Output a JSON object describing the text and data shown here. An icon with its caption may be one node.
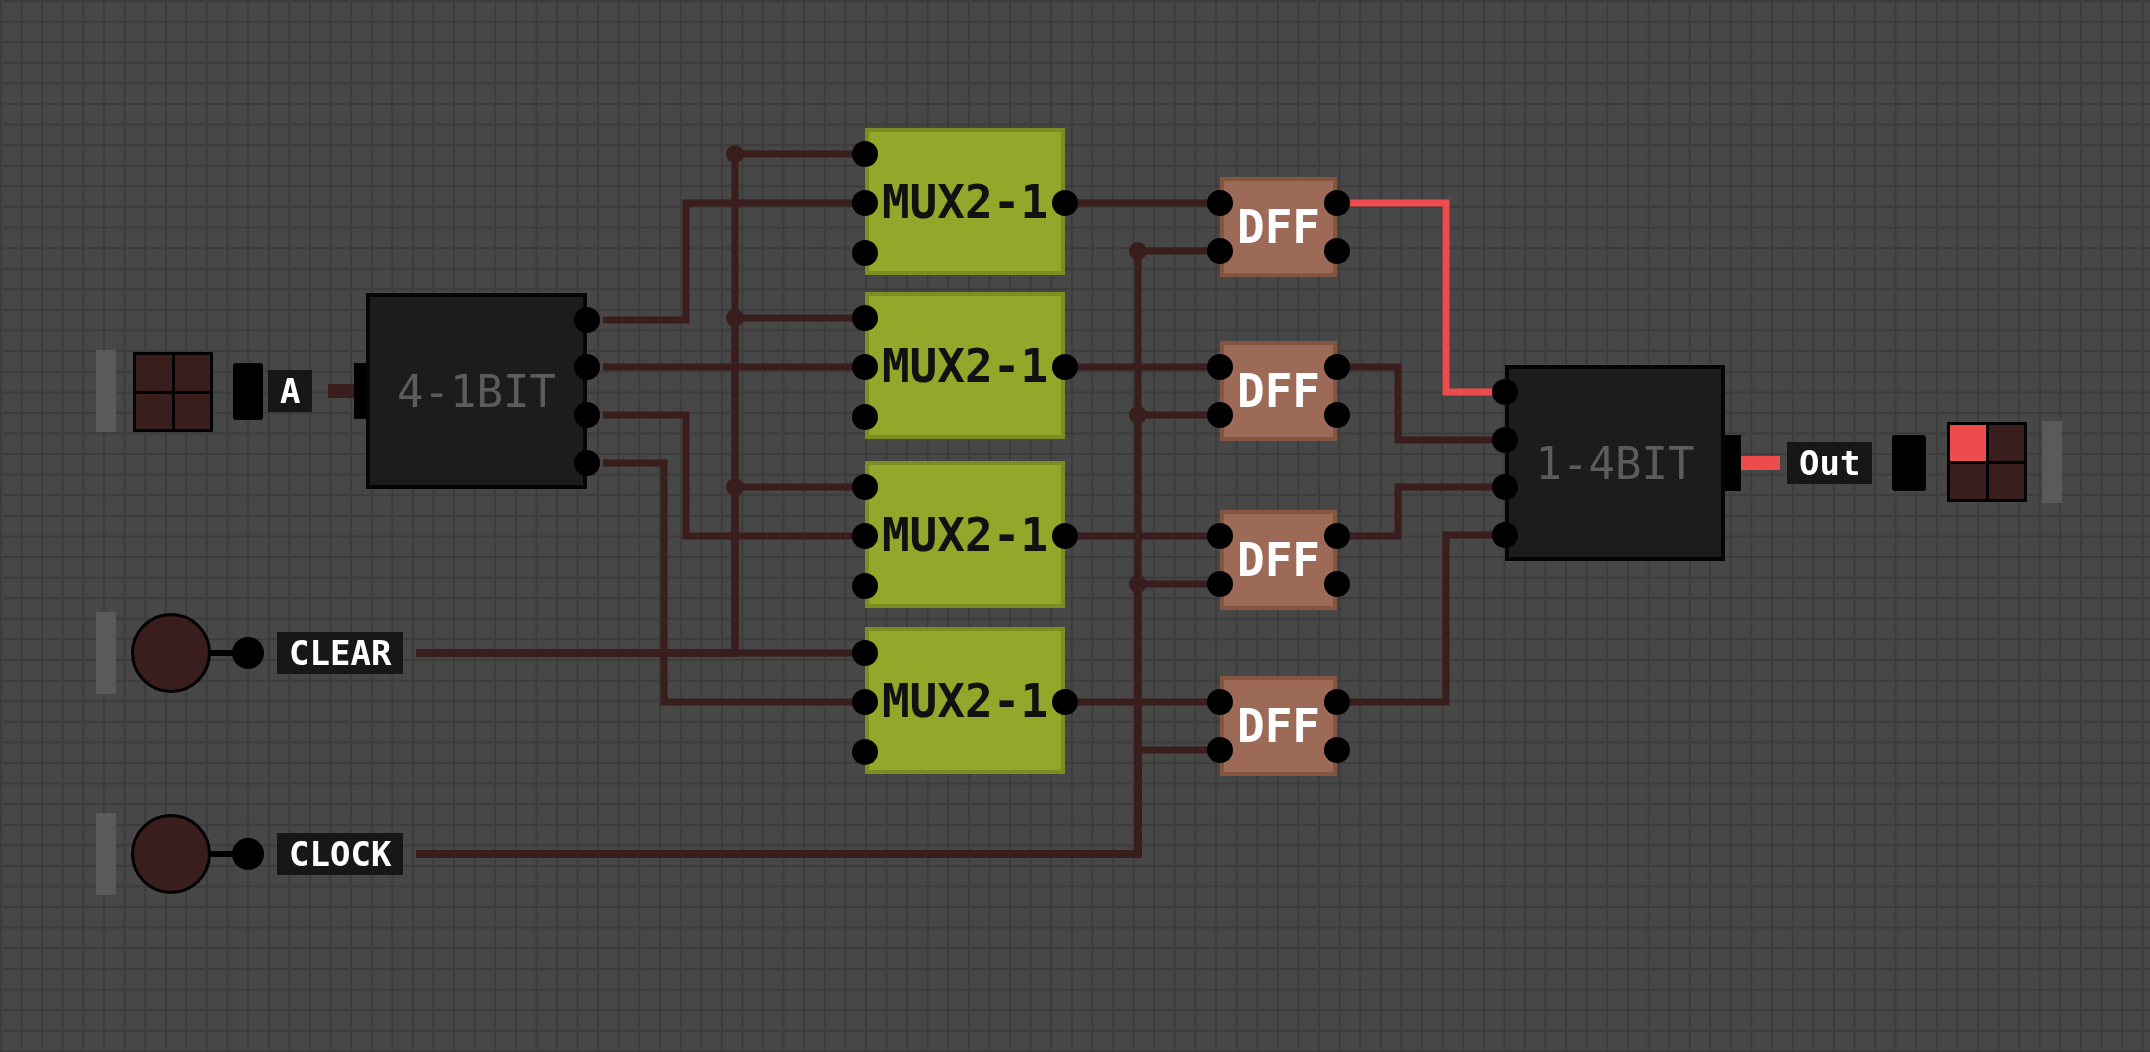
{
  "diagram": {
    "nodes": [
      {
        "text": [
          "A"
        ]
      },
      {
        "text": [
          "4-1BIT"
        ]
      },
      {
        "text": [
          "CLEAR"
        ]
      },
      {
        "text": [
          "CLOCK"
        ]
      },
      {
        "text": [
          "MUX2-1"
        ]
      },
      {
        "text": [
          "MUX2-1"
        ]
      },
      {
        "text": [
          "MUX2-1"
        ]
      },
      {
        "text": [
          "MUX2-1"
        ]
      },
      {
        "text": [
          "DFF"
        ]
      },
      {
        "text": [
          "DFF"
        ]
      },
      {
        "text": [
          "DFF"
        ]
      },
      {
        "text": [
          "DFF"
        ]
      },
      {
        "text": [
          "1-4BIT"
        ]
      },
      {
        "text": [
          "Out"
        ]
      }
    ],
    "edges": [
      {
        "from": 0,
        "to": 1,
        "arrow": "none",
        "style": "thick"
      },
      {
        "from": 1,
        "to": 4,
        "arrow": "none"
      },
      {
        "from": 1,
        "to": 5,
        "arrow": "none"
      },
      {
        "from": 1,
        "to": 6,
        "arrow": "none"
      },
      {
        "from": 1,
        "to": 7,
        "arrow": "none"
      },
      {
        "from": 2,
        "to": 4,
        "arrow": "none"
      },
      {
        "from": 2,
        "to": 5,
        "arrow": "none"
      },
      {
        "from": 2,
        "to": 6,
        "arrow": "none"
      },
      {
        "from": 2,
        "to": 7,
        "arrow": "none"
      },
      {
        "from": 4,
        "to": 8,
        "arrow": "none"
      },
      {
        "from": 5,
        "to": 9,
        "arrow": "none"
      },
      {
        "from": 6,
        "to": 10,
        "arrow": "none"
      },
      {
        "from": 7,
        "to": 11,
        "arrow": "none"
      },
      {
        "from": 3,
        "to": 8,
        "arrow": "none"
      },
      {
        "from": 3,
        "to": 9,
        "arrow": "none"
      },
      {
        "from": 3,
        "to": 10,
        "arrow": "none"
      },
      {
        "from": 3,
        "to": 11,
        "arrow": "none"
      },
      {
        "from": 8,
        "to": 12,
        "arrow": "none",
        "color": "#ee4c4c"
      },
      {
        "from": 9,
        "to": 12,
        "arrow": "none"
      },
      {
        "from": 10,
        "to": 12,
        "arrow": "none"
      },
      {
        "from": 11,
        "to": 12,
        "arrow": "none"
      },
      {
        "from": 12,
        "to": 13,
        "arrow": "none",
        "style": "thick",
        "color": "#ee4c4c"
      }
    ]
  }
}
